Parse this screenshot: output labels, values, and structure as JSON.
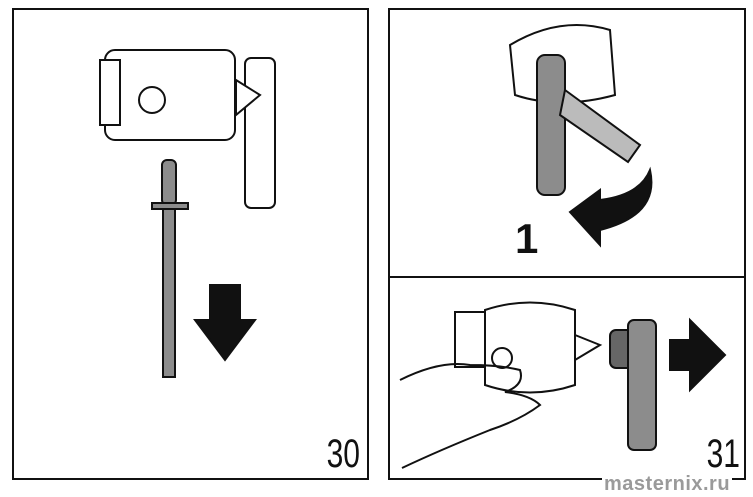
{
  "figures": [
    {
      "number": "30"
    },
    {
      "number": "31",
      "step_label": "1"
    }
  ],
  "watermark": "masternix.ru",
  "colors": {
    "line": "#111111",
    "tube": "#8c8c8c",
    "watermark": "#9a9a9a"
  }
}
